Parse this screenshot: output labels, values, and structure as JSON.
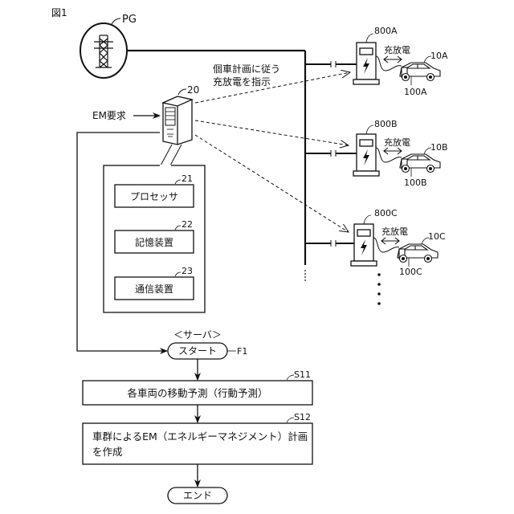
{
  "figure_label": "図1",
  "power_grid": {
    "label": "PG",
    "icon": "transmission-tower-icon"
  },
  "server": {
    "ref": "20",
    "icon": "server-icon",
    "input_label": "EM要求",
    "instruction_label_line1": "個車計画に従う",
    "instruction_label_line2": "充放電を指示",
    "components_box": [
      {
        "ref": "21",
        "label": "プロセッサ"
      },
      {
        "ref": "22",
        "label": "記憶装置"
      },
      {
        "ref": "23",
        "label": "通信装置"
      }
    ]
  },
  "stations": [
    {
      "charger_ref": "800A",
      "vehicle_ref": "10A",
      "port_ref": "100A",
      "flow_label": "充放電"
    },
    {
      "charger_ref": "800B",
      "vehicle_ref": "10B",
      "port_ref": "100B",
      "flow_label": "充放電"
    },
    {
      "charger_ref": "800C",
      "vehicle_ref": "10C",
      "port_ref": "100C",
      "flow_label": "充放電"
    }
  ],
  "flowchart": {
    "title": "＜サーバ＞",
    "start": {
      "label": "スタート",
      "ref": "F1"
    },
    "steps": [
      {
        "ref": "S11",
        "label": "各車両の移動予測（行動予測）"
      },
      {
        "ref": "S12",
        "label_line1": "車群によるEM（エネルギーマネジメント）計画",
        "label_line2": "を作成"
      }
    ],
    "end": {
      "label": "エンド"
    }
  }
}
